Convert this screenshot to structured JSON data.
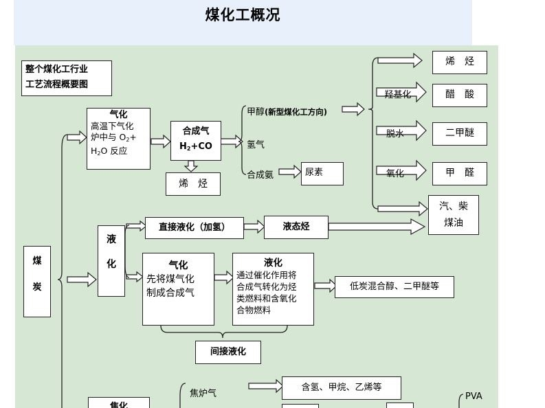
{
  "title": "煤化工概况",
  "legend_box": {
    "line1": "整个煤化工行业",
    "line2": "工艺流程概要图"
  },
  "coal": {
    "char1": "煤",
    "char2": "炭"
  },
  "gasification": {
    "title": "气化",
    "line1": "高温下气化",
    "line2": "炉中与 O",
    "sub2": "2",
    "plus": "+",
    "line3_a": "H",
    "sub3": "2",
    "line3_b": "O 反应"
  },
  "syngas": {
    "title": "合成气",
    "formula_a": "H",
    "sub": "2",
    "formula_b": "+CO"
  },
  "hydrocarbon_under": "烯　烃",
  "branch_methanol": "甲醇",
  "branch_methanol_note": "(新型煤化工方向)",
  "branch_hydrogen": "氢气",
  "branch_ammonia": "合成氨",
  "urea": "尿素",
  "right_products": {
    "olefin": "烯　烃",
    "carbonylation": "羟基化",
    "acetic_acid": "醋　酸",
    "dehydration": "脱水",
    "dme": "二甲醚",
    "oxidation": "氧化",
    "formaldehyde": "甲　醛",
    "fuel_line1": "汽、柴",
    "fuel_line2": "煤油"
  },
  "liquefaction": {
    "char1": "液",
    "char2": "化"
  },
  "direct": "直接液化（加氢）",
  "liquid_hc": "液态烃",
  "indirect_gas": {
    "title": "气化",
    "line1": "先将煤气化",
    "line2": "制成合成气"
  },
  "indirect_liq": {
    "title": "液化",
    "line1": "通过催化作用将",
    "line2": "合成气转化为烃",
    "line3": "类燃料和含氧化",
    "line4": "合物燃料"
  },
  "low_carbon": "低炭混合醇、二甲醚等",
  "indirect_label": "间接液化",
  "coke_gas": "焦炉气",
  "coke_products": "含氢、甲烷、乙烯等",
  "coking": "焦化",
  "pva": "PVA"
}
